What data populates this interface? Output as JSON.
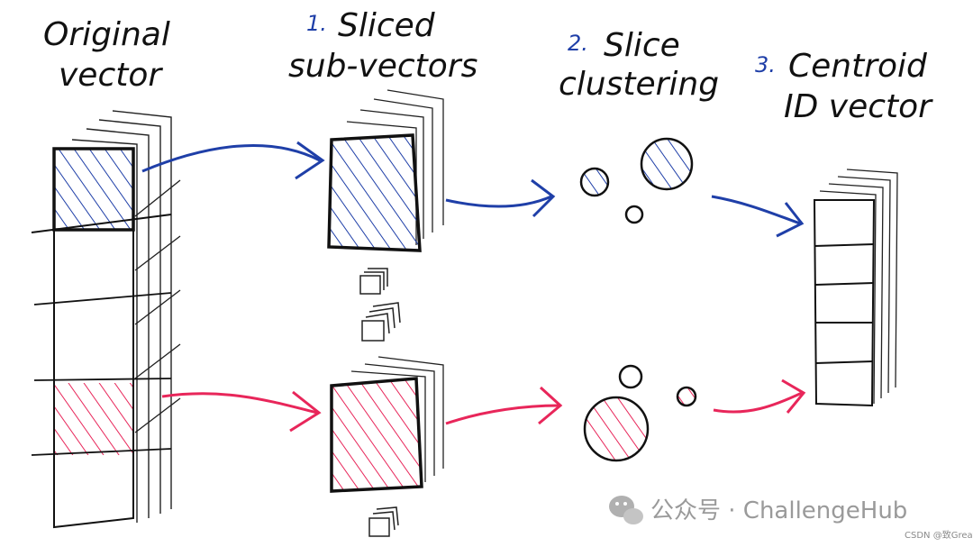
{
  "titles": {
    "original": [
      "Original",
      "vector"
    ],
    "sliced": {
      "num": "1.",
      "lines": [
        "Sliced",
        "sub-vectors"
      ]
    },
    "clustering": {
      "num": "2.",
      "lines": [
        "Slice",
        "clustering"
      ]
    },
    "centroid": {
      "num": "3.",
      "lines": [
        "Centroid",
        "ID vector"
      ]
    }
  },
  "watermark": {
    "icon": "wechat-icon",
    "text": "公众号 · ChallengeHub"
  },
  "credit": "CSDN @致Great",
  "colors": {
    "blue": "#1f3fa8",
    "pink": "#e8265a",
    "ink": "#111111",
    "watermark": "#9a9a9a"
  }
}
